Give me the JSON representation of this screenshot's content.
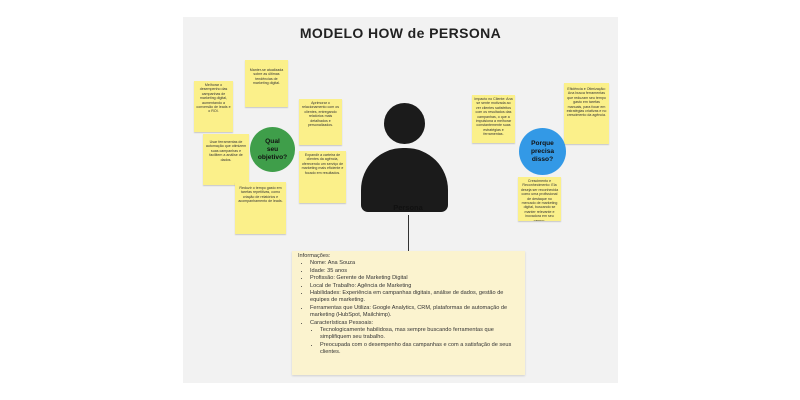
{
  "title": "MODELO HOW de PERSONA",
  "circles": {
    "goal": {
      "label": "Qual\nseu\nobjetivo?",
      "color": "#3f9e4a"
    },
    "need": {
      "label": "Porque\nprecisa\ndisso?",
      "color": "#3399e6"
    }
  },
  "person": {
    "label": "Persona"
  },
  "notes_left": [
    "Melhorar o desempenho das campanhas de marketing digital, aumentando a conversão de leads e o ROI.",
    "Manter-se atualizada sobre as últimas tendências de marketing digital.",
    "Aprimorar o relacionamento com os clientes, entregando relatórios mais detalhados e personalizados.",
    "Usar ferramentas de automação que otimizem suas campanhas e facilitem a análise de dados.",
    "Expandir a carteira de clientes da agência, oferecendo um serviço de marketing mais eficiente e focado em resultados.",
    "Reduzir o tempo gasto em tarefas repetitivas, como criação de relatórios e acompanhamento de leads."
  ],
  "notes_right": [
    "Impacto no Cliente: Ana se sente motivada ao ver clientes satisfeitos com os resultados das campanhas, o que a impulsiona a melhorar constantemente suas estratégias e ferramentas.",
    "Eficiência e Otimização: Ana busca ferramentas que reduzam seu tempo gasto em tarefas manuais, para focar em estratégias criativas e no crescimento da agência.",
    "Crescimento e Reconhecimento: Ela deseja ser reconhecida como uma profissional de destaque no mercado de marketing digital, buscando se manter relevante e inovadora em seu campo."
  ],
  "info": {
    "heading": "Informações:",
    "items": [
      "Nome: Ana Souza",
      "Idade: 35 anos",
      "Profissão: Gerente de Marketing Digital",
      "Local de Trabalho: Agência de Marketing",
      "Habilidades: Experiência em campanhas digitais, análise de dados, gestão de equipes de marketing.",
      "Ferramentas que Utiliza: Google Analytics, CRM, plataformas de automação de marketing (HubSpot, Mailchimp).",
      "Características Pessoais:"
    ],
    "subitems": [
      "Tecnologicamente habilidosa, mas sempre buscando ferramentas que simplifiquem seu trabalho.",
      "Preocupada com o desempenho das campanhas e com a satisfação de seus clientes."
    ]
  }
}
